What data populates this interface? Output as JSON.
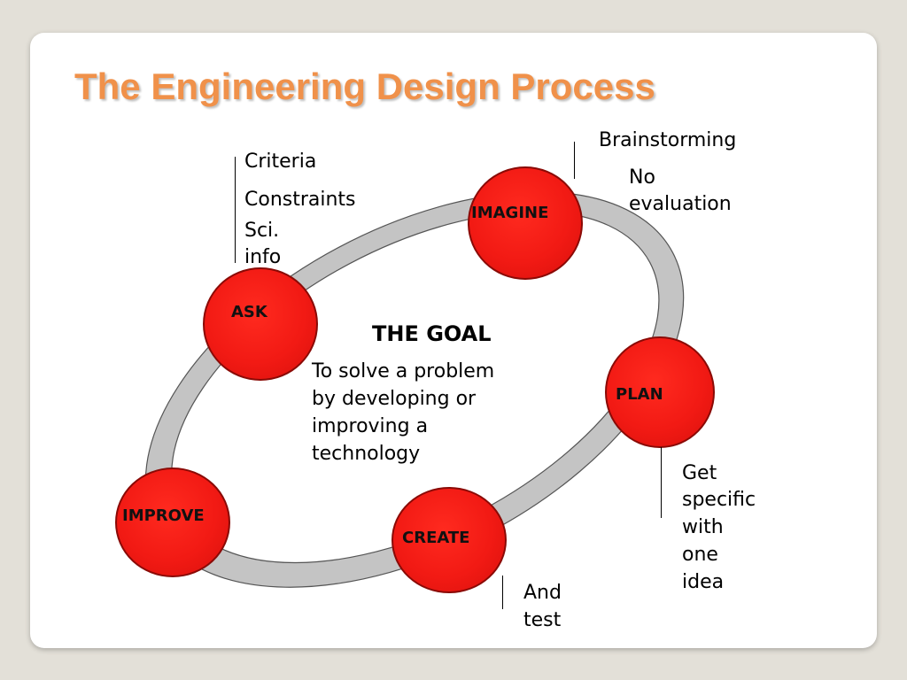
{
  "title": "The Engineering Design Process",
  "colors": {
    "title": "#f0914a",
    "circle_fill": "#f21a14",
    "ring": "#c4c4c4",
    "background": "#e3e0d8"
  },
  "steps": {
    "ask": "ASK",
    "imagine": "IMAGINE",
    "plan": "PLAN",
    "create": "CREATE",
    "improve": "IMPROVE"
  },
  "notes": {
    "ask_criteria": "Criteria",
    "ask_constraints": "Constraints",
    "ask_sci_1": "Sci.",
    "ask_sci_2": "info",
    "imagine_brainstorming": "Brainstorming",
    "imagine_no_1": "No",
    "imagine_no_2": "evaluation",
    "plan_1": "Get",
    "plan_2": "specific",
    "plan_3": "with",
    "plan_4": "one",
    "plan_5": "idea",
    "create_1": "And",
    "create_2": "test"
  },
  "goal": {
    "heading": "THE GOAL",
    "text_1": "To solve a problem",
    "text_2": "by developing or",
    "text_3": "improving a",
    "text_4": "technology"
  }
}
